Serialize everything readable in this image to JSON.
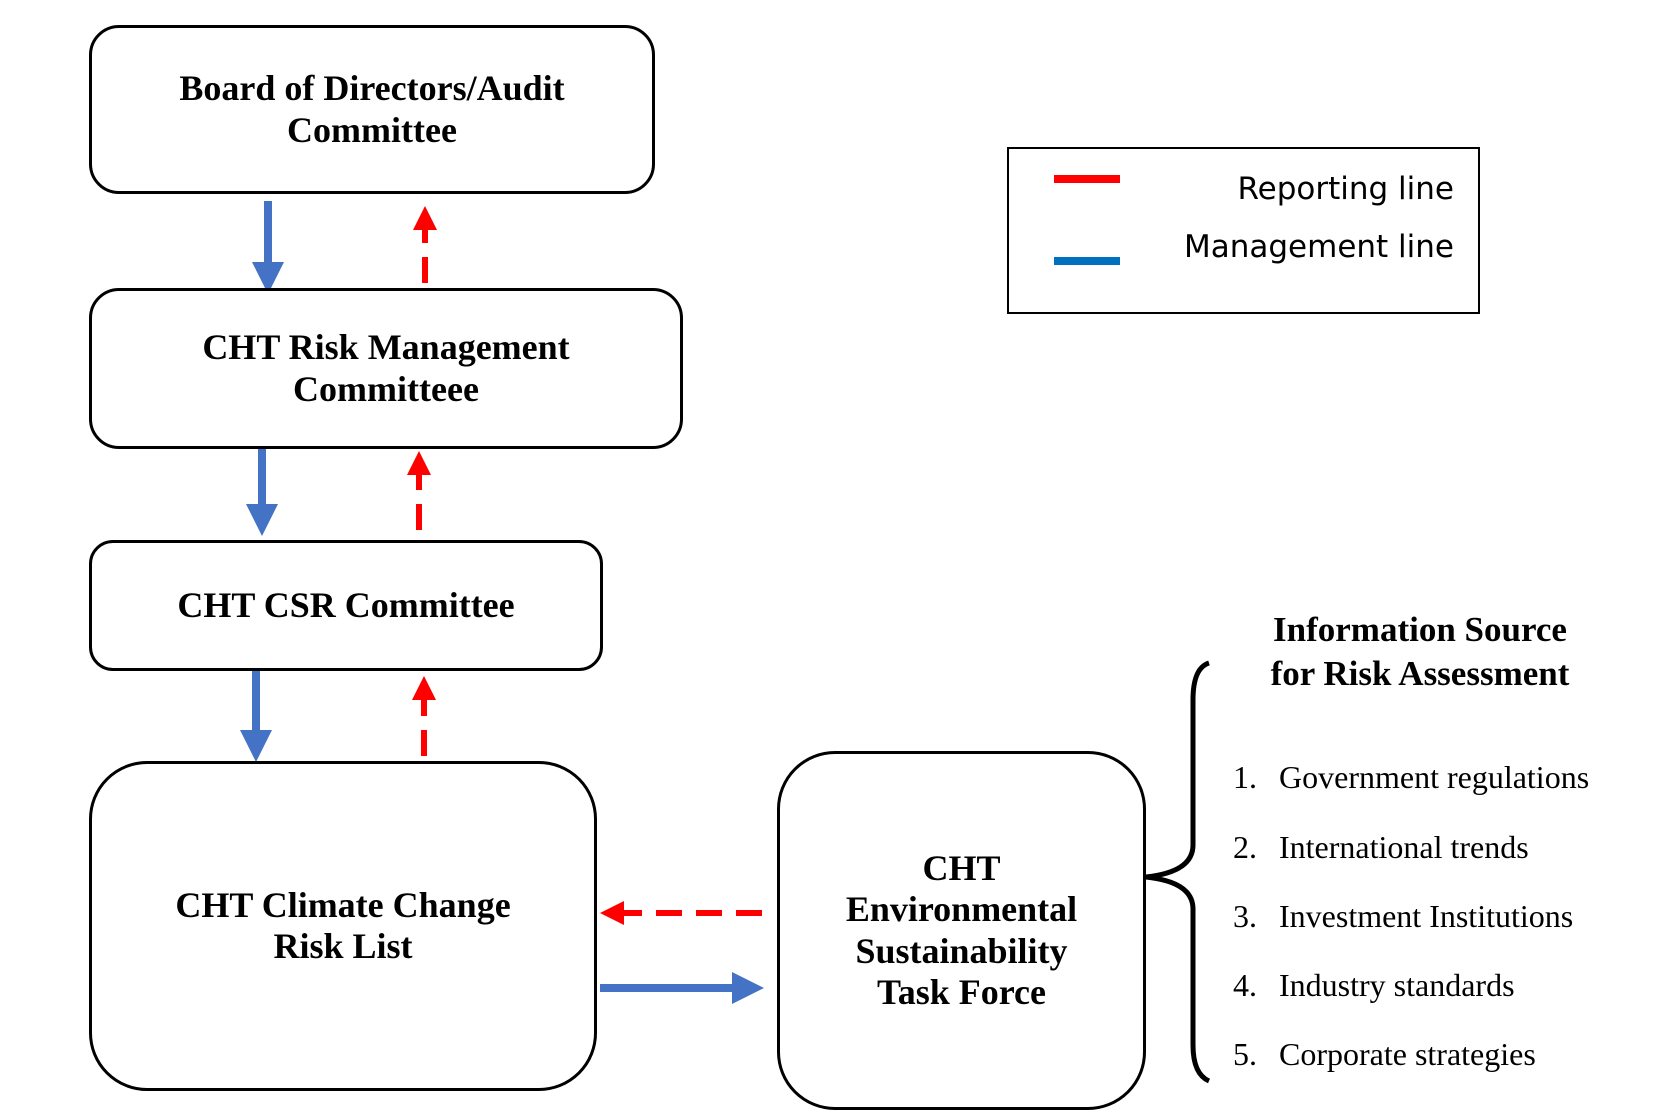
{
  "boxes": {
    "board": "Board of Directors/Audit\nCommittee",
    "risk_mgmt": "CHT Risk Management\nCommitteee",
    "csr": "CHT CSR Committee",
    "climate": "CHT Climate Change\nRisk List",
    "task_force": "CHT\nEnvironmental\nSustainability\nTask Force"
  },
  "legend": {
    "reporting_label": "Reporting line",
    "management_label": "Management line",
    "reporting_color": "#ff0000",
    "management_color": "#0070c0"
  },
  "info": {
    "title": "Information Source\nfor Risk Assessment",
    "items": [
      {
        "num": "1.",
        "text": "Government regulations"
      },
      {
        "num": "2.",
        "text": "International trends"
      },
      {
        "num": "3.",
        "text": "Investment Institutions"
      },
      {
        "num": "4.",
        "text": "Industry standards"
      },
      {
        "num": "5.",
        "text": "Corporate strategies"
      }
    ]
  },
  "colors": {
    "management_arrow": "#4472c4",
    "reporting_arrow": "#ff0000"
  }
}
